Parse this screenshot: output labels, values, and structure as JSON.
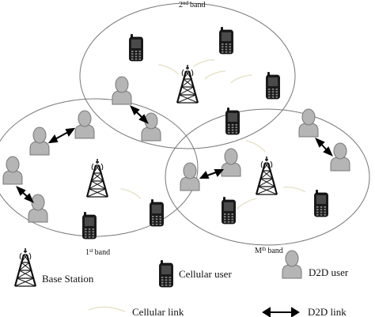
{
  "bands": {
    "top": {
      "base": "2",
      "sup": "nd",
      "word": "band"
    },
    "left": {
      "base": "1",
      "sup": "st",
      "word": "band"
    },
    "right": {
      "base": "M",
      "sup": "th",
      "word": "band"
    }
  },
  "legend": {
    "base_station": "Base Station",
    "cellular_user": "Cellular user",
    "d2d_user": "D2D user",
    "cellular_link": "Cellular link",
    "d2d_link": "D2D link"
  },
  "icons": {
    "tower": "base-station-tower-icon",
    "phone": "cellular-phone-icon",
    "person": "d2d-user-icon"
  },
  "colors": {
    "circle": "#777777",
    "tower": "#111111",
    "phone_body": "#1a1a1a",
    "phone_screen": "#4a4a4a",
    "person_fill": "#b5b5b5",
    "person_stroke": "#777777",
    "cellular_link": "#e8e4c8",
    "d2d_link": "#000000"
  }
}
